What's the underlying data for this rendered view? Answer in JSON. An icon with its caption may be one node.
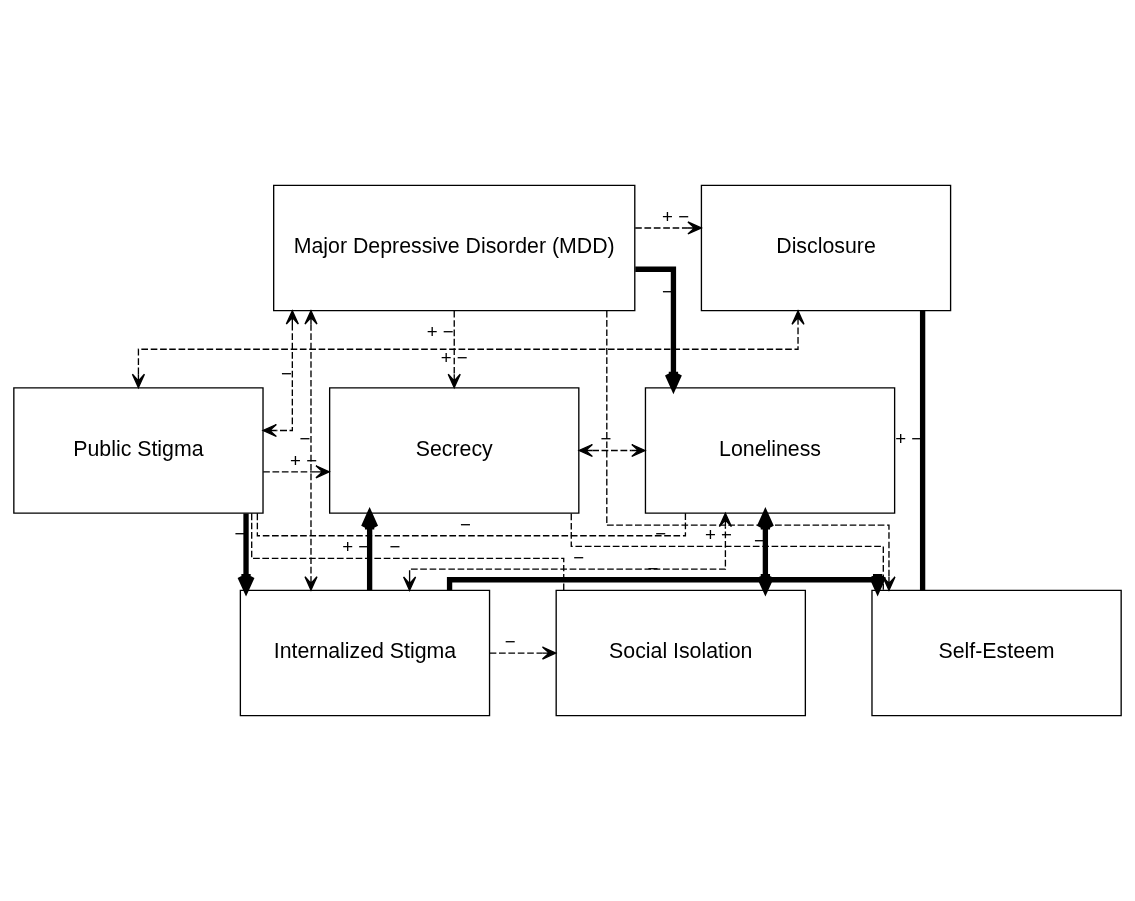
{
  "diagram": {
    "nodes": [
      {
        "text": [
          "Major Depressive Disorder (MDD)"
        ]
      },
      {
        "text": [
          "Disclosure"
        ]
      },
      {
        "text": [
          "Loneliness"
        ]
      },
      {
        "text": [
          "Public Stigma"
        ]
      },
      {
        "text": [
          "Secrecy"
        ]
      },
      {
        "text": [
          "Social Isolation"
        ]
      },
      {
        "text": [
          "Internalized Stigma"
        ]
      },
      {
        "text": [
          "Self-Esteem"
        ]
      }
    ],
    "edges": [
      {
        "from": 3,
        "to": 1,
        "arrow": "both",
        "label": "+ −",
        "style": "dashed"
      },
      {
        "from": 0,
        "to": 1,
        "arrow": "to",
        "label": "+ −",
        "style": "dashed"
      },
      {
        "from": 0,
        "to": 3,
        "arrow": "both",
        "label": "−",
        "style": "dashed"
      },
      {
        "from": 0,
        "to": 6,
        "arrow": "both",
        "label": "−",
        "style": "dashed"
      },
      {
        "from": 0,
        "to": 2,
        "arrow": "to",
        "label": "−",
        "style": "thick"
      },
      {
        "from": 0,
        "to": 4,
        "arrow": "to",
        "label": "+ −",
        "style": "dashed"
      },
      {
        "from": 0,
        "to": 7,
        "arrow": "to",
        "label": "−",
        "style": "dashed"
      },
      {
        "from": 6,
        "to": 2,
        "arrow": "both",
        "label": "−",
        "style": "dashed"
      },
      {
        "from": 4,
        "to": 2,
        "arrow": "both",
        "label": "−",
        "style": "dashed"
      },
      {
        "from": 3,
        "to": 2,
        "arrow": "none",
        "label": "−",
        "style": "dashed"
      },
      {
        "from": 3,
        "to": 4,
        "arrow": "to",
        "label": "+ −",
        "style": "dashed"
      },
      {
        "from": 3,
        "to": 5,
        "arrow": "none",
        "label": "−",
        "style": "dashed"
      },
      {
        "from": 3,
        "to": 6,
        "arrow": "to",
        "label": "−",
        "style": "thick"
      },
      {
        "from": 2,
        "to": 5,
        "arrow": "both",
        "label": "−",
        "style": "thick"
      },
      {
        "from": 6,
        "to": 5,
        "arrow": "to",
        "label": "−",
        "style": "dashed"
      },
      {
        "from": 6,
        "to": 4,
        "arrow": "to",
        "label": "+ −",
        "style": "thick"
      },
      {
        "from": 6,
        "to": 7,
        "arrow": "to",
        "label": "−",
        "style": "thick"
      },
      {
        "from": 4,
        "to": 7,
        "arrow": "none",
        "label": "+ −",
        "style": "dashed"
      },
      {
        "from": 1,
        "to": 7,
        "arrow": "none",
        "label": "+ −",
        "style": "thick"
      }
    ]
  }
}
